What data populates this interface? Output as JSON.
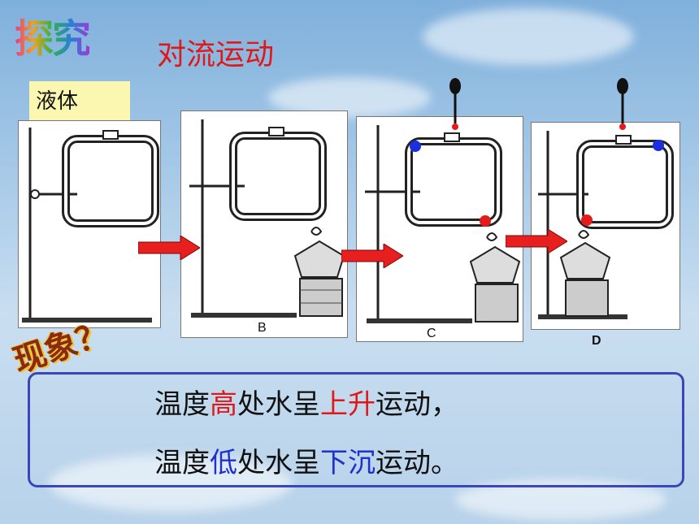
{
  "banner": "探究",
  "title": "对流运动",
  "tag": "液体",
  "panel_labels": {
    "b": "B",
    "c": "C",
    "d": "D"
  },
  "phenomenon": "现象？",
  "line1": {
    "p1": "温度",
    "p2": "高",
    "p3": "处水呈",
    "p4": "上升",
    "p5": "运动，"
  },
  "line2": {
    "p1": "温度",
    "p2": "低",
    "p3": "处水呈",
    "p4": "下沉",
    "p5": "运动。"
  },
  "colors": {
    "red": "#e01818",
    "blue": "#1f2fd0",
    "box_border": "#3b47b8",
    "tag_bg": "#fbf7b0"
  }
}
